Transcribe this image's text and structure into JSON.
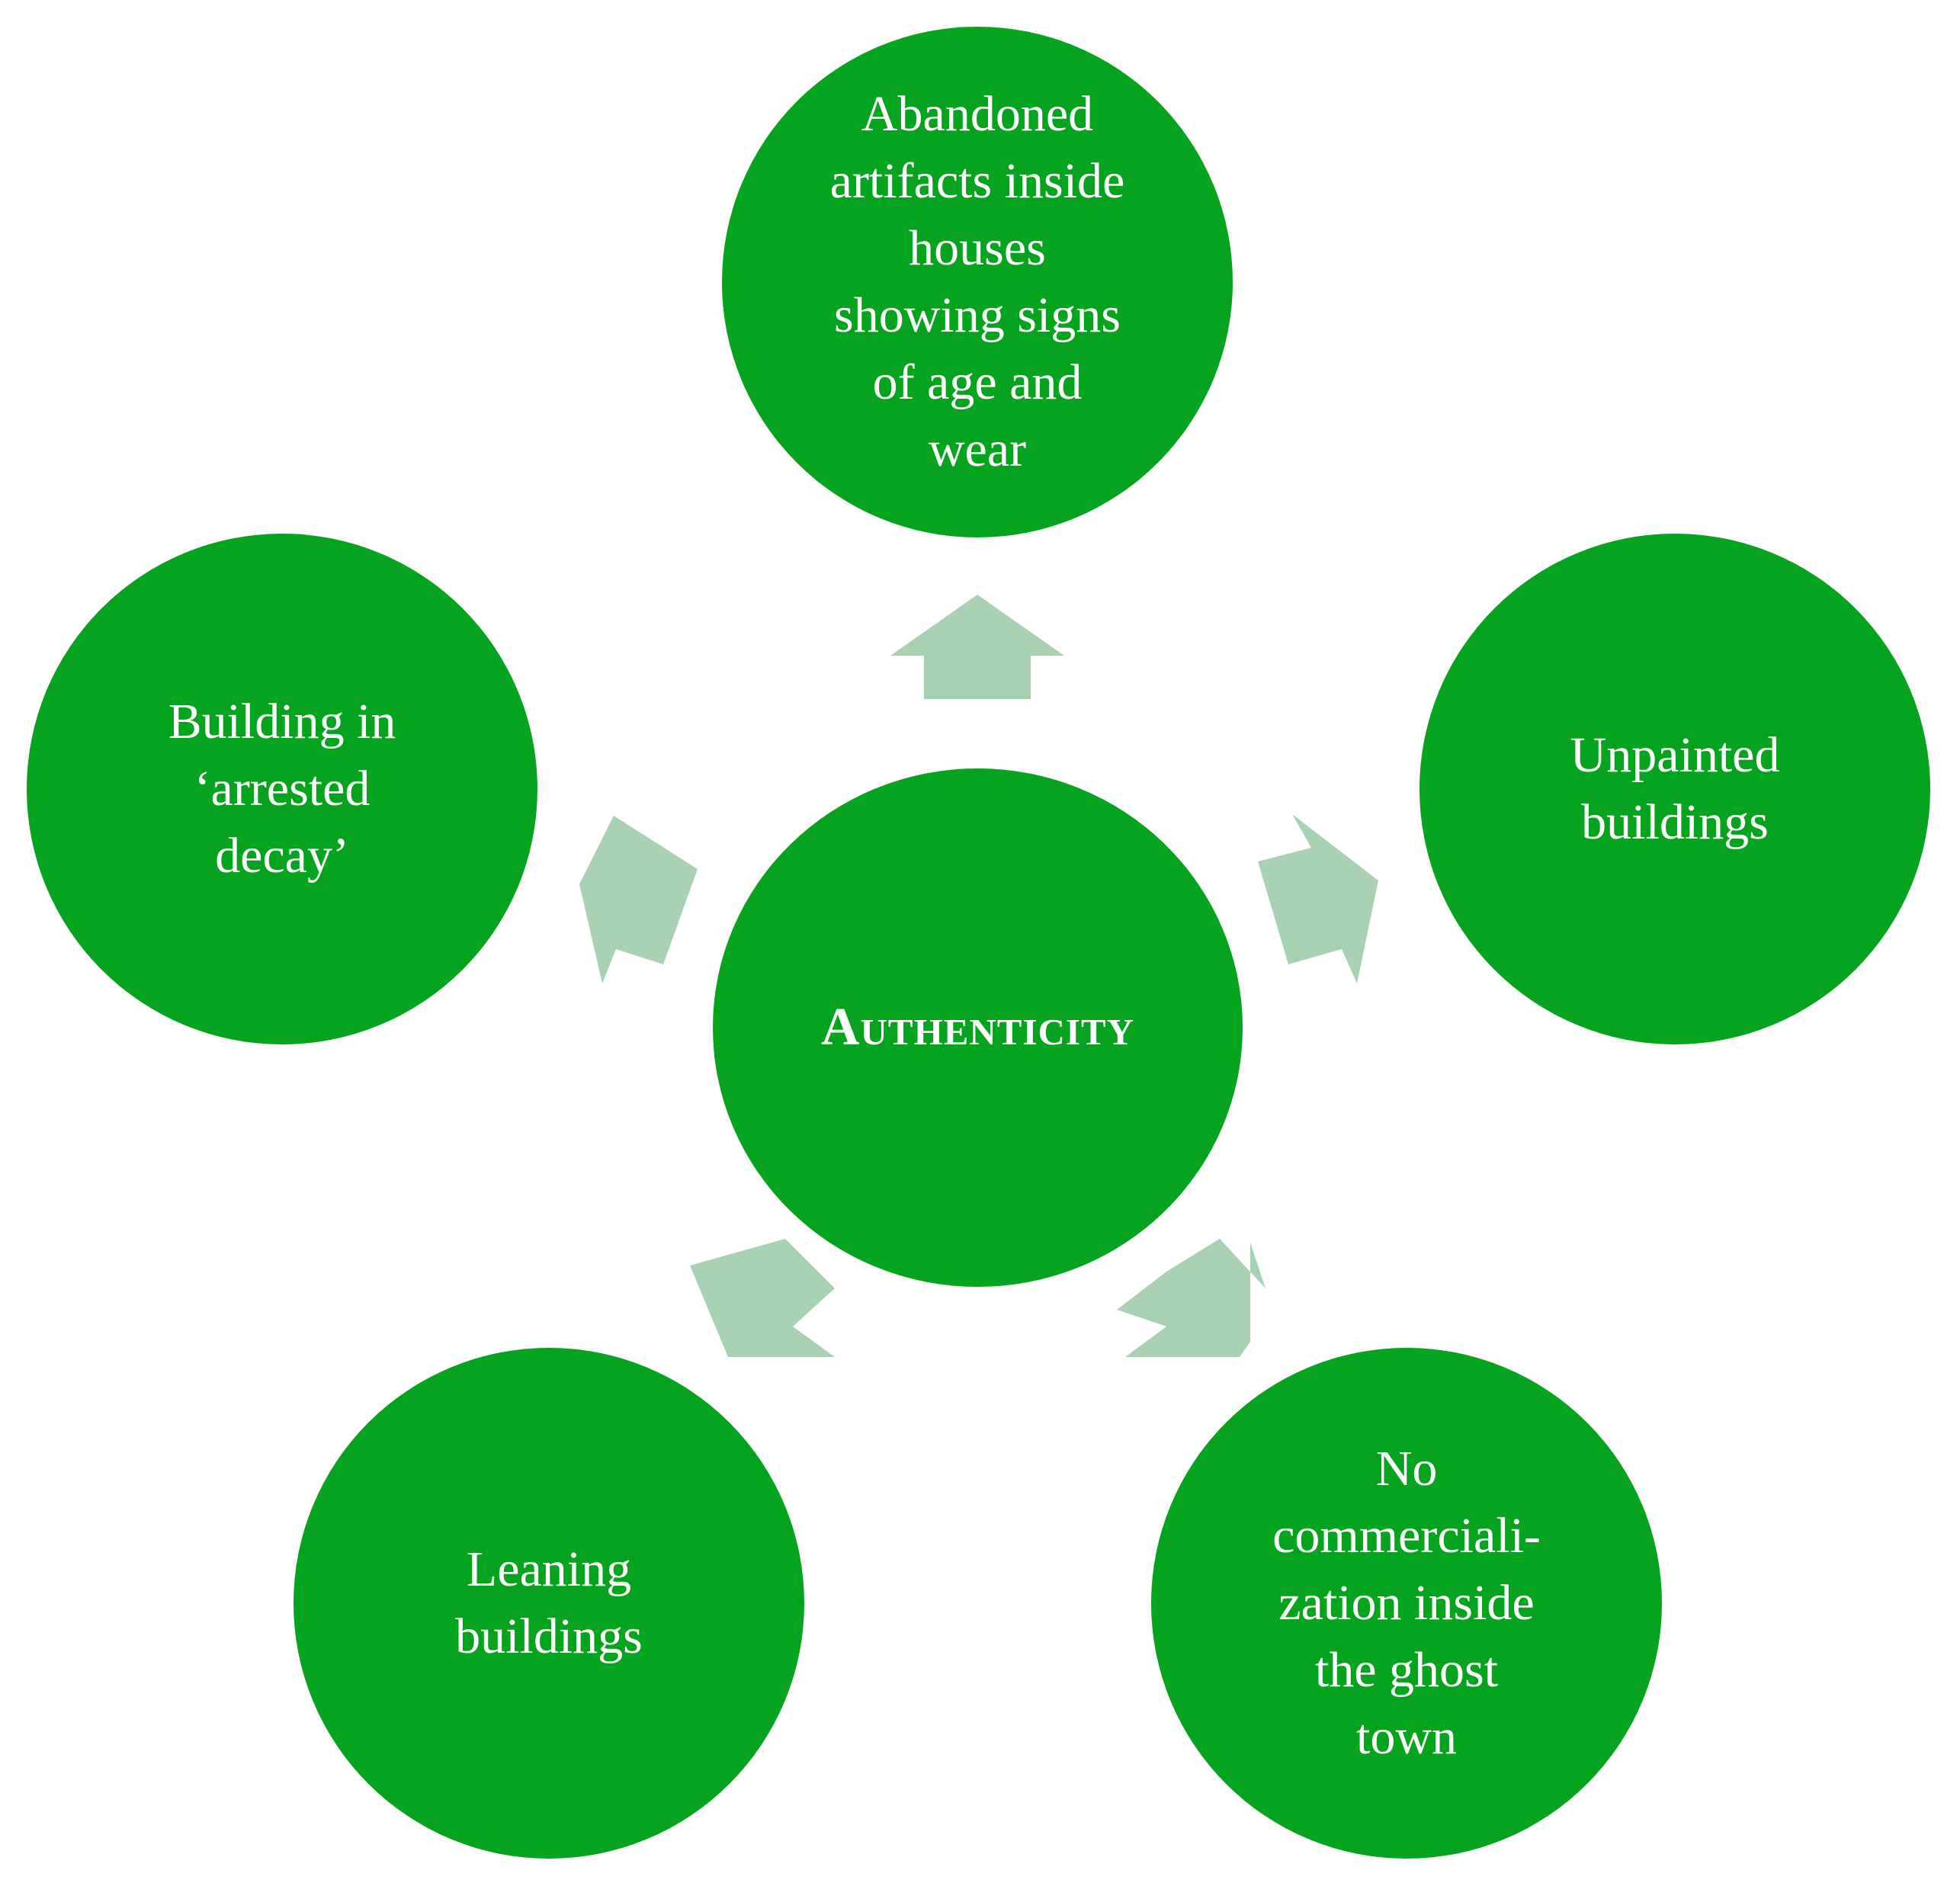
{
  "colors": {
    "circle": "#06a41e",
    "arrow": "#a8d1b1",
    "text": "#ffffff",
    "background": "#ffffff"
  },
  "center": {
    "label": "Authenticity"
  },
  "nodes": {
    "top": {
      "label": "Abandoned\nartifacts inside\nhouses\nshowing signs\nof age and\nwear"
    },
    "right": {
      "label": "Unpainted\nbuildings"
    },
    "bottom_right": {
      "label": "No\ncommerciali-\nzation  inside\nthe ghost\ntown"
    },
    "bottom_left": {
      "label": "Leaning\nbuildings"
    },
    "left": {
      "label": "Building in\n‘arrested\ndecay’"
    }
  },
  "arrows": [
    {
      "target": "top",
      "direction": "up"
    },
    {
      "target": "right",
      "direction": "right"
    },
    {
      "target": "bottom_right",
      "direction": "down-right"
    },
    {
      "target": "bottom_left",
      "direction": "down-left"
    },
    {
      "target": "left",
      "direction": "left"
    }
  ]
}
